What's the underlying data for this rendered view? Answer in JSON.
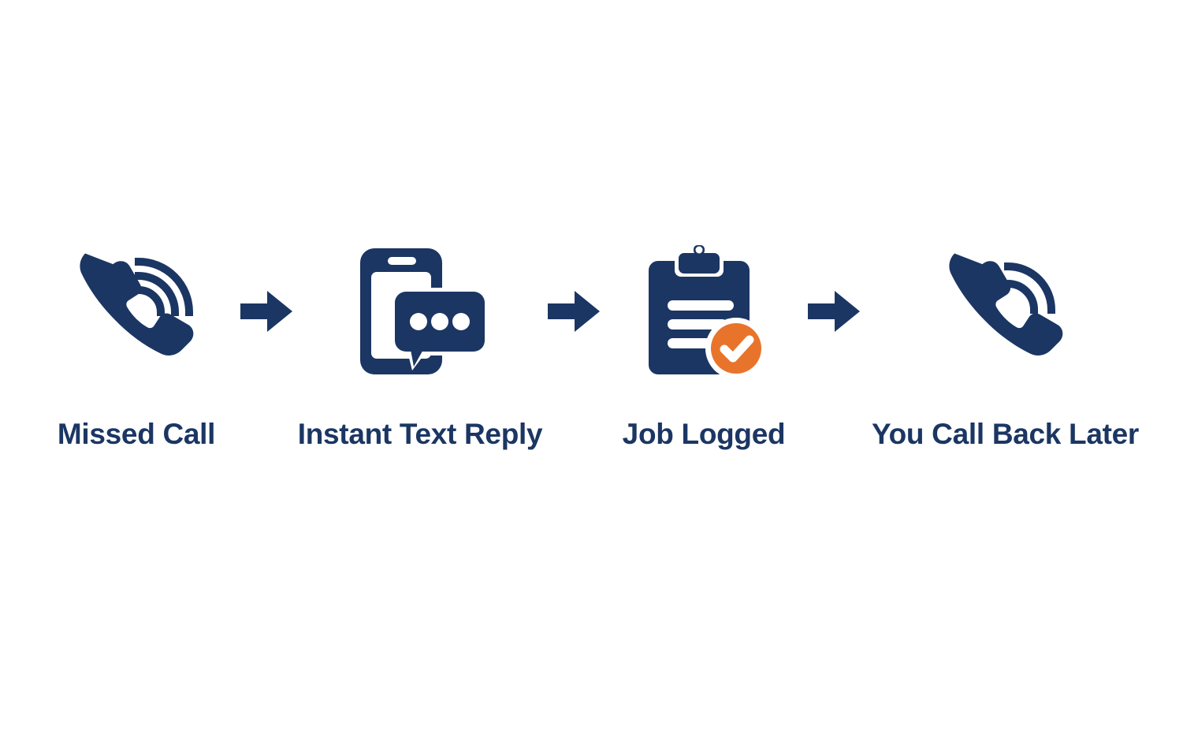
{
  "page": {
    "title": "Missed Call to Callback Flow",
    "background_color": "#ffffff"
  },
  "colors": {
    "navy": "#1b3663",
    "orange": "#e8742c",
    "white": "#ffffff"
  },
  "flow": {
    "steps": [
      {
        "label": "Missed Call",
        "icon": "phone-ringing-icon",
        "icon_detail": "telephone handset tilted with three signal arc waves",
        "color": "#1b3663"
      },
      {
        "label": "Instant Text Reply",
        "icon": "smartphone-chat-bubble-icon",
        "icon_detail": "smartphone with overlapping speech bubble containing three dots",
        "color": "#1b3663"
      },
      {
        "label": "Job Logged",
        "icon": "clipboard-check-icon",
        "icon_detail": "clipboard with three lines and orange check badge",
        "color": "#1b3663",
        "badge_color": "#e8742c"
      },
      {
        "label": "You Call Back Later",
        "icon": "phone-ringing-icon",
        "icon_detail": "telephone handset tilted with two signal arc waves",
        "color": "#1b3663"
      }
    ],
    "connectors": [
      {
        "icon": "arrow-right-icon",
        "color": "#1b3663"
      },
      {
        "icon": "arrow-right-icon",
        "color": "#1b3663"
      },
      {
        "icon": "arrow-right-icon",
        "color": "#1b3663"
      }
    ]
  }
}
